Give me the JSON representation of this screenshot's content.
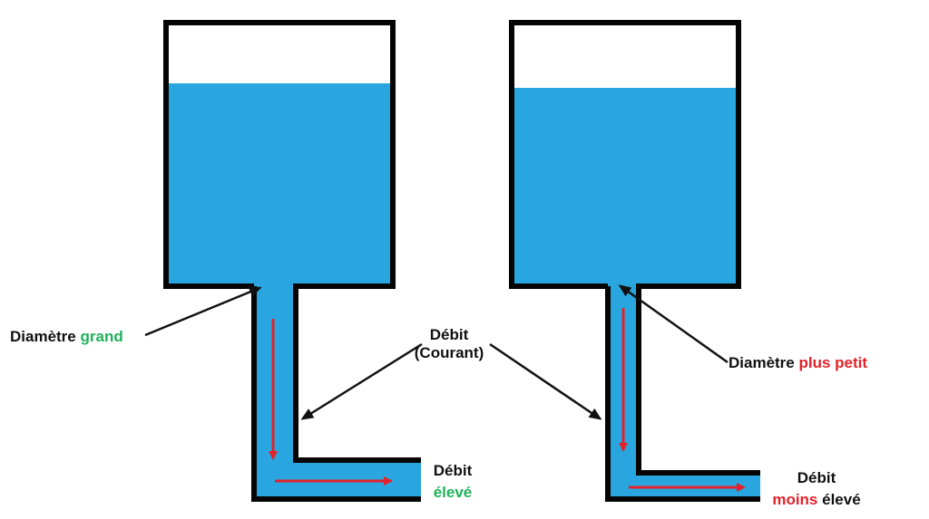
{
  "colors": {
    "water": "#29a6df",
    "wall": "#050505",
    "flow_arrow": "#e4222a",
    "pointer_arrow": "#111111",
    "highlight_good": "#1fb25a",
    "highlight_bad": "#e4222a"
  },
  "left_system": {
    "diameter_prefix": "Diamètre ",
    "diameter_highlight": "grand",
    "flow_label": "Débit",
    "flow_highlight": "élevé"
  },
  "right_system": {
    "diameter_prefix": "Diamètre ",
    "diameter_highlight": "plus petit",
    "flow_label": "Débit",
    "flow_highlight": "moins",
    "flow_suffix": " élevé"
  },
  "center_label": {
    "line1": "Débit",
    "line2": "(Courant)"
  }
}
